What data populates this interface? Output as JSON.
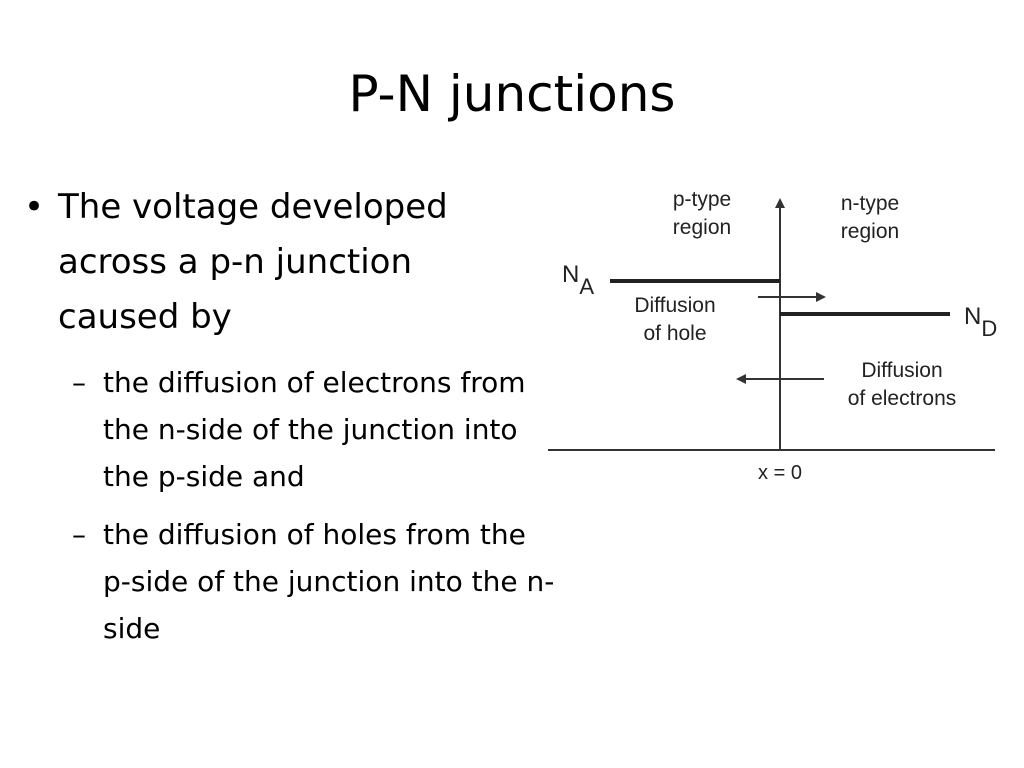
{
  "slide": {
    "title": "P-N junctions",
    "bullet": "The voltage developed across a p-n junction caused by",
    "sub_bullets": [
      "the diffusion of electrons from the n-side of the junction into the p-side and",
      "the diffusion of holes from the p-side of the junction into the n-side"
    ],
    "sub_marker": "–",
    "main_marker": "•"
  },
  "diagram": {
    "p_region": "p-type region",
    "p_region_line1": "p-type",
    "p_region_line2": "region",
    "n_region_line1": "n-type",
    "n_region_line2": "region",
    "na_base": "N",
    "na_sub": "A",
    "nd_base": "N",
    "nd_sub": "D",
    "hole_line1": "Diffusion",
    "hole_line2": "of hole",
    "electron_line1": "Diffusion",
    "electron_line2": "of electrons",
    "axis_label": "x = 0"
  }
}
